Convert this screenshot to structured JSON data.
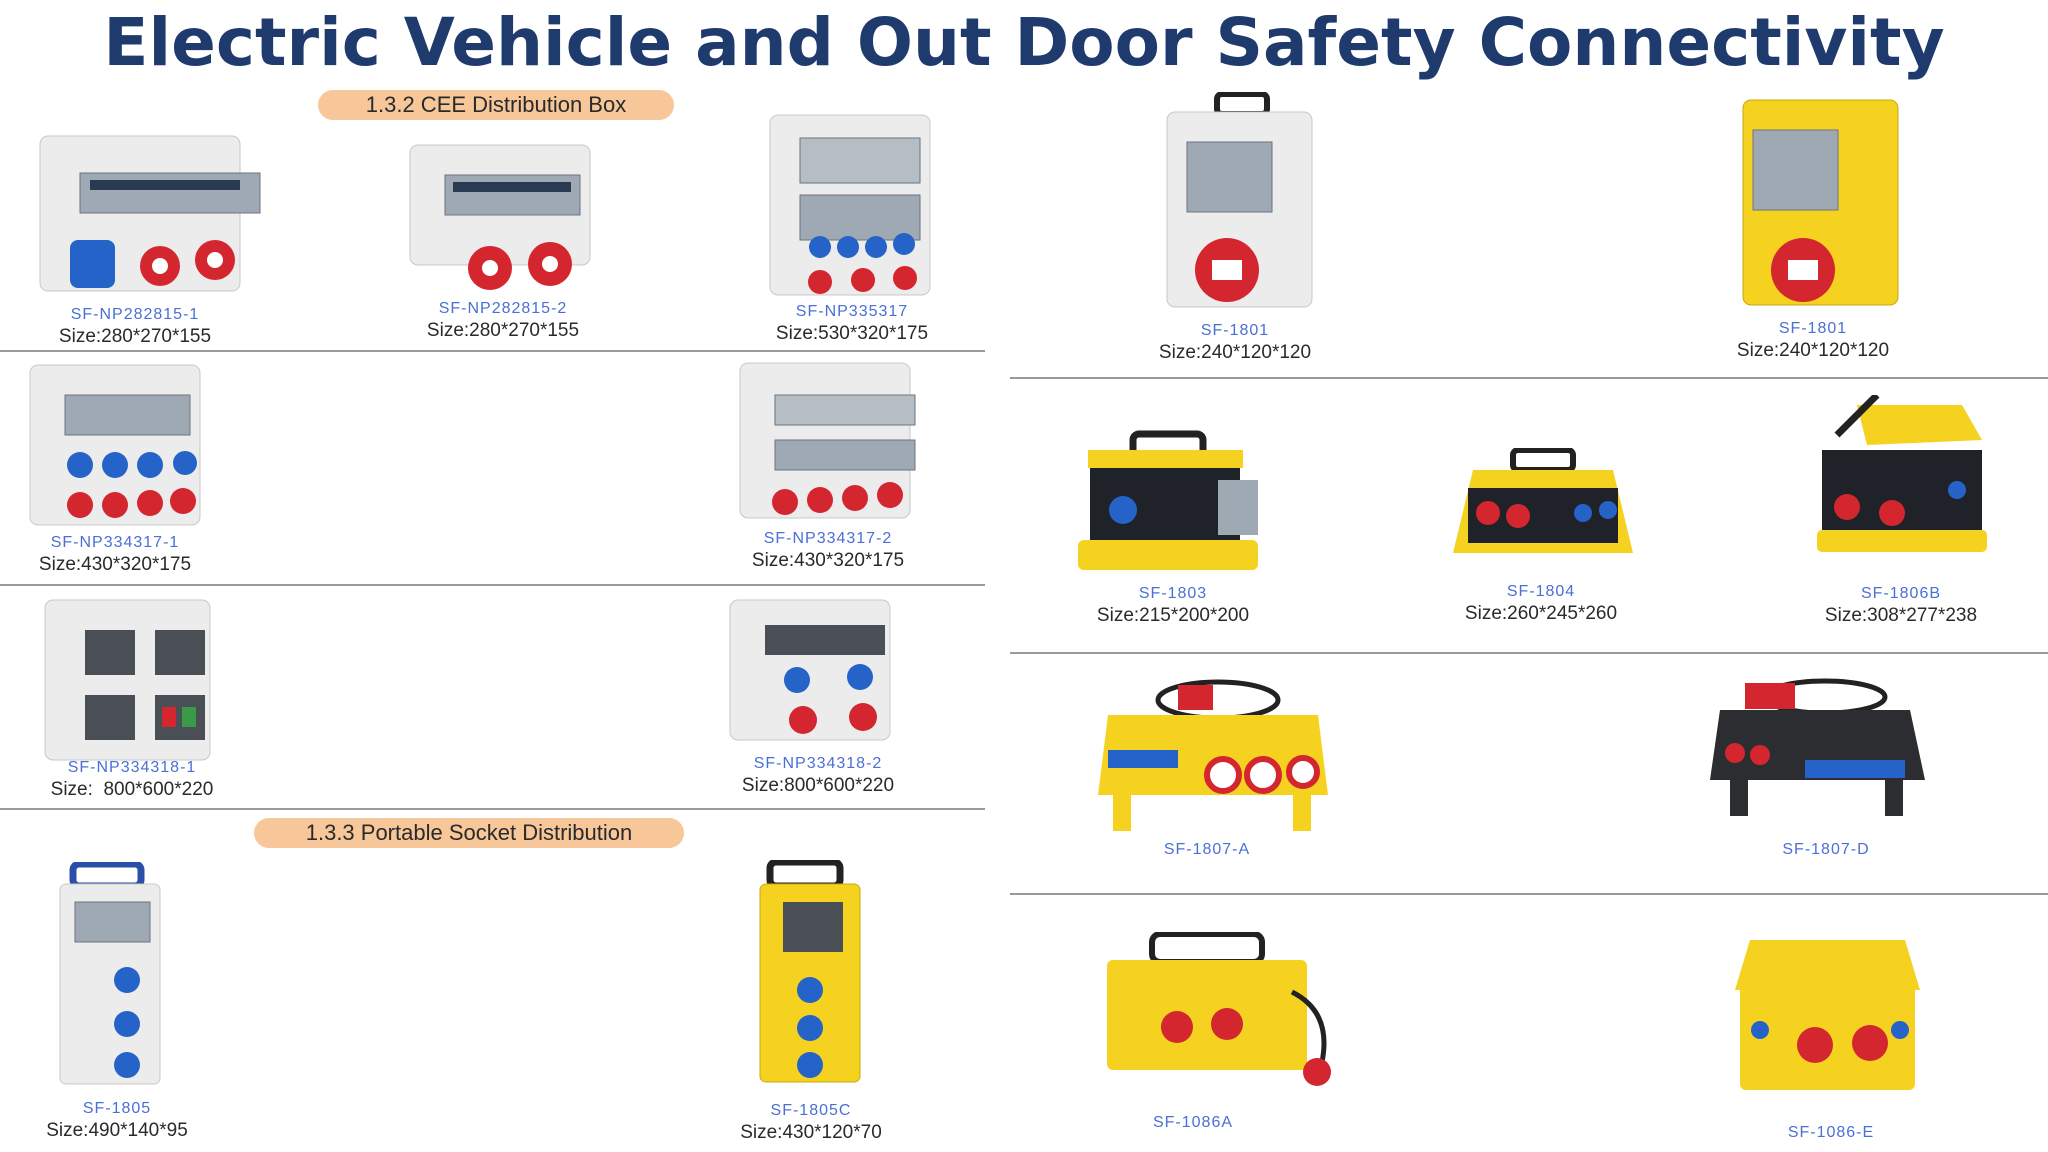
{
  "title": "Electric Vehicle and Out Door Safety Connectivity",
  "sections": {
    "cee": "1.3.2 CEE Distribution Box",
    "portable": "1.3.3 Portable Socket Distribution"
  },
  "products": [
    {
      "model": "SF-NP282815-1",
      "size": "Size:280*270*155"
    },
    {
      "model": "SF-NP282815-2",
      "size": "Size:280*270*155"
    },
    {
      "model": "SF-NP335317",
      "size": "Size:530*320*175"
    },
    {
      "model": "SF-NP334317-1",
      "size": "Size:430*320*175"
    },
    {
      "model": "SF-NP334317-2",
      "size": "Size:430*320*175"
    },
    {
      "model": "SF-NP334318-1",
      "size": "Size:  800*600*220"
    },
    {
      "model": "SF-NP334318-2",
      "size": "Size:800*600*220"
    },
    {
      "model": "SF-1805",
      "size": "Size:490*140*95"
    },
    {
      "model": "SF-1805C",
      "size": "Size:430*120*70"
    },
    {
      "model": "SF-1801",
      "size": "Size:240*120*120"
    },
    {
      "model": "SF-1801",
      "size": "Size:240*120*120"
    },
    {
      "model": "SF-1803",
      "size": "Size:215*200*200"
    },
    {
      "model": "SF-1804",
      "size": "Size:260*245*260"
    },
    {
      "model": "SF-1806B",
      "size": "Size:308*277*238"
    },
    {
      "model": "SF-1807-A",
      "size": ""
    },
    {
      "model": "SF-1807-D",
      "size": ""
    },
    {
      "model": "SF-1086A",
      "size": ""
    },
    {
      "model": "SF-1086-E",
      "size": ""
    }
  ],
  "colors": {
    "title": "#1f3b6e",
    "socket_red": "#d4262f",
    "socket_blue": "#2563c9",
    "housing_yellow": "#f4d21f",
    "housing_grey": "#ececec"
  }
}
